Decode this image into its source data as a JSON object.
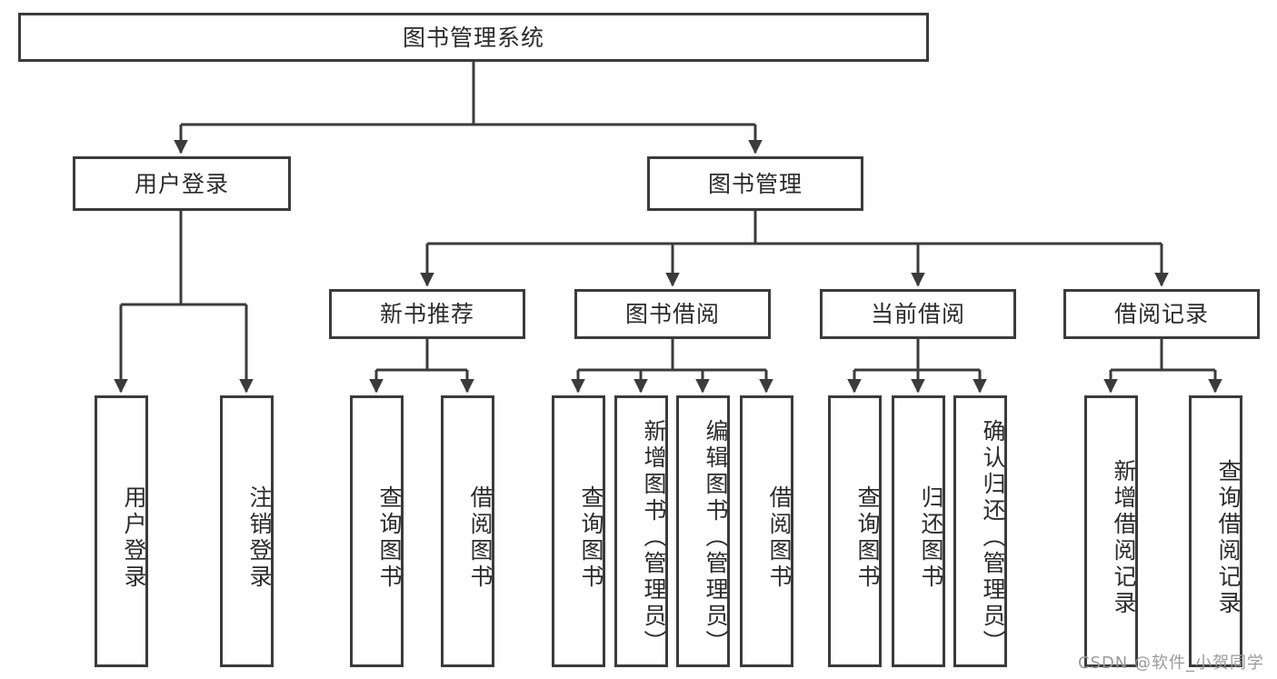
{
  "diagram": {
    "type": "tree",
    "title": "图书管理系统",
    "orientation": "top-down",
    "nodes": {
      "root": {
        "label": "图书管理系统",
        "level": 0,
        "text_direction": "horizontal"
      },
      "user_login": {
        "label": "用户登录",
        "level": 1,
        "text_direction": "horizontal"
      },
      "book_manage": {
        "label": "图书管理",
        "level": 1,
        "text_direction": "horizontal"
      },
      "new_book_rec": {
        "label": "新书推荐",
        "level": 2,
        "text_direction": "horizontal"
      },
      "book_borrow": {
        "label": "图书借阅",
        "level": 2,
        "text_direction": "horizontal"
      },
      "current_borrow": {
        "label": "当前借阅",
        "level": 2,
        "text_direction": "horizontal"
      },
      "borrow_record": {
        "label": "借阅记录",
        "level": 2,
        "text_direction": "horizontal"
      },
      "leaf_user_login": {
        "label": "用户登录",
        "level": 3,
        "text_direction": "vertical"
      },
      "leaf_logout": {
        "label": "注销登录",
        "level": 3,
        "text_direction": "vertical"
      },
      "leaf_query_book_1": {
        "label": "查询图书",
        "level": 3,
        "text_direction": "vertical"
      },
      "leaf_borrow_book_1": {
        "label": "借阅图书",
        "level": 3,
        "text_direction": "vertical"
      },
      "leaf_query_book_2": {
        "label": "查询图书",
        "level": 3,
        "text_direction": "vertical"
      },
      "leaf_add_book": {
        "label": "新增图书（管理员）",
        "level": 3,
        "text_direction": "vertical"
      },
      "leaf_edit_book": {
        "label": "编辑图书（管理员）",
        "level": 3,
        "text_direction": "vertical"
      },
      "leaf_borrow_book_2": {
        "label": "借阅图书",
        "level": 3,
        "text_direction": "vertical"
      },
      "leaf_query_book_3": {
        "label": "查询图书",
        "level": 3,
        "text_direction": "vertical"
      },
      "leaf_return_book": {
        "label": "归还图书",
        "level": 3,
        "text_direction": "vertical"
      },
      "leaf_confirm_return": {
        "label": "确认归还（管理员）",
        "level": 3,
        "text_direction": "vertical"
      },
      "leaf_add_record": {
        "label": "新增借阅记录",
        "level": 3,
        "text_direction": "vertical"
      },
      "leaf_query_record": {
        "label": "查询借阅记录",
        "level": 3,
        "text_direction": "vertical"
      }
    },
    "edges": [
      {
        "from": "root",
        "to": "user_login"
      },
      {
        "from": "root",
        "to": "book_manage"
      },
      {
        "from": "user_login",
        "to": "leaf_user_login"
      },
      {
        "from": "user_login",
        "to": "leaf_logout"
      },
      {
        "from": "book_manage",
        "to": "new_book_rec"
      },
      {
        "from": "book_manage",
        "to": "book_borrow"
      },
      {
        "from": "book_manage",
        "to": "current_borrow"
      },
      {
        "from": "book_manage",
        "to": "borrow_record"
      },
      {
        "from": "new_book_rec",
        "to": "leaf_query_book_1"
      },
      {
        "from": "new_book_rec",
        "to": "leaf_borrow_book_1"
      },
      {
        "from": "book_borrow",
        "to": "leaf_query_book_2"
      },
      {
        "from": "book_borrow",
        "to": "leaf_add_book"
      },
      {
        "from": "book_borrow",
        "to": "leaf_edit_book"
      },
      {
        "from": "book_borrow",
        "to": "leaf_borrow_book_2"
      },
      {
        "from": "current_borrow",
        "to": "leaf_query_book_3"
      },
      {
        "from": "current_borrow",
        "to": "leaf_return_book"
      },
      {
        "from": "current_borrow",
        "to": "leaf_confirm_return"
      },
      {
        "from": "borrow_record",
        "to": "leaf_add_record"
      },
      {
        "from": "borrow_record",
        "to": "leaf_query_record"
      }
    ],
    "colors": {
      "stroke": "#3b3b3b",
      "fill": "#ffffff",
      "text": "#2b2b2b",
      "watermark": "#9a9a9a"
    }
  },
  "watermark": {
    "text": "CSDN @软件_小贺同学"
  }
}
